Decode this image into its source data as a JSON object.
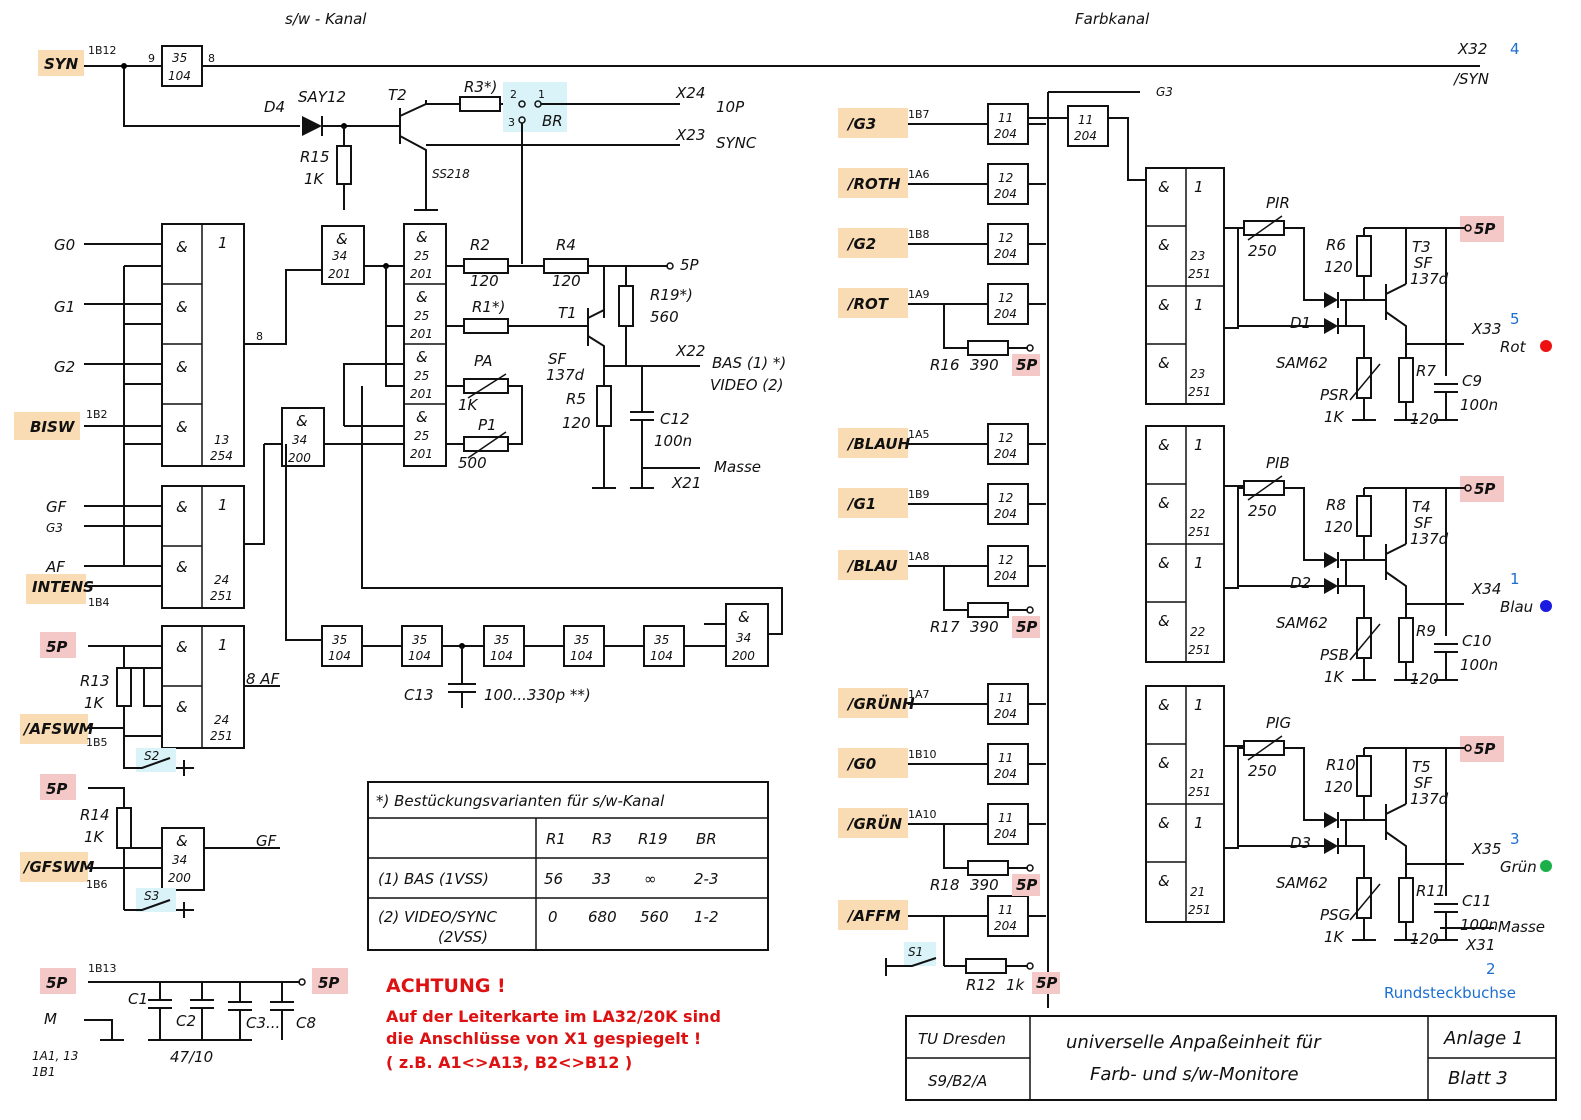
{
  "headings": {
    "sw_channel": "s/w - Kanal",
    "color_channel": "Farbkanal"
  },
  "left_signals": {
    "syn": "SYN",
    "syn_pin": "1B12",
    "g0": "G0",
    "g1": "G1",
    "g2": "G2",
    "bisw": "BISW",
    "bisw_pin": "1B2",
    "gf": "GF",
    "g3": "G3",
    "af": "AF",
    "intens": "INTENS",
    "intens_pin": "1B4",
    "p5_a": "5P",
    "afswm": "/AFSWM",
    "afswm_pin": "1B5",
    "p5_b": "5P",
    "gfswm": "/GFSWM",
    "gfswm_pin": "1B6",
    "p5_c": "5P",
    "p5_c_pin": "1B13",
    "m": "M",
    "m_pins_1": "1A1, 13",
    "m_pins_2": "1B1"
  },
  "sw_components": {
    "d4": "D4",
    "say12": "SAY12",
    "t2": "T2",
    "ss218": "SS218",
    "r15": "R15",
    "r15_v": "1K",
    "r3": "R3*)",
    "br": "BR",
    "x24": "X24",
    "x24_sig": "10P",
    "x23": "X23",
    "x23_sig": "SYNC",
    "r2": "R2",
    "r2_v": "120",
    "r4": "R4",
    "r4_v": "120",
    "r1": "R1*)",
    "t1": "T1",
    "sf137d": "SF",
    "sf137d_2": "137d",
    "r5": "R5",
    "r5_v": "120",
    "r19": "R19*)",
    "r19_v": "560",
    "x22": "X22",
    "bas": "BAS (1) *)",
    "video": "VIDEO (2)",
    "c12": "C12",
    "c12_v": "100n",
    "masse": "Masse",
    "x21": "X21",
    "pa": "PA",
    "pa_v": "1K",
    "p1": "P1",
    "p1_v": "500",
    "out_5p": "5P",
    "af_out": "8 AF",
    "gf_out": "GF",
    "r13": "R13",
    "r13_v": "1K",
    "r14": "R14",
    "r14_v": "1K",
    "s2": "S2",
    "s3": "S3",
    "c13": "C13",
    "c13_v": "100...330p **)",
    "c1": "C1",
    "c2": "C2",
    "c3": "C3...",
    "c8": "C8",
    "c_v": "47/10",
    "p5_out": "5P"
  },
  "gates_left": [
    {
      "top": "35",
      "bot": "104"
    },
    {
      "top": "34",
      "bot": "201"
    },
    {
      "top": "25",
      "bot": "201"
    },
    {
      "top": "13",
      "bot": "254"
    },
    {
      "top": "34",
      "bot": "200"
    },
    {
      "top": "24",
      "bot": "251"
    },
    {
      "top": "24",
      "bot": "251"
    },
    {
      "top": "34",
      "bot": "200"
    },
    {
      "top": "34",
      "bot": "200"
    }
  ],
  "table": {
    "title": "*) Bestückungsvarianten für s/w-Kanal",
    "headers": [
      "R1",
      "R3",
      "R19",
      "BR"
    ],
    "rows": [
      {
        "label": "(1)  BAS (1VSS)",
        "label2": "",
        "values": [
          "56",
          "33",
          "∞",
          "2-3"
        ]
      },
      {
        "label": "(2)  VIDEO/SYNC",
        "label2": "(2VSS)",
        "values": [
          "0",
          "680",
          "560",
          "1-2"
        ]
      }
    ]
  },
  "warning": {
    "title": "ACHTUNG !",
    "line1": "Auf der Leiterkarte im LA32/20K sind",
    "line2": "die Anschlüsse von  X1 gespiegelt !",
    "line3": "( z.B.  A1<>A13,  B2<>B12 )"
  },
  "right_signals": [
    {
      "name": "/G3",
      "pin": "1B7"
    },
    {
      "name": "/ROTH",
      "pin": "1A6"
    },
    {
      "name": "/G2",
      "pin": "1B8"
    },
    {
      "name": "/ROT",
      "pin": "1A9"
    },
    {
      "name": "/BLAUH",
      "pin": "1A5"
    },
    {
      "name": "/G1",
      "pin": "1B9"
    },
    {
      "name": "/BLAU",
      "pin": "1A8"
    },
    {
      "name": "/GRÜNH",
      "pin": "1A7"
    },
    {
      "name": "/G0",
      "pin": "1B10"
    },
    {
      "name": "/GRÜN",
      "pin": "1A10"
    },
    {
      "name": "/AFFM",
      "pin": ""
    }
  ],
  "color_components": {
    "g3": "G3",
    "x32": "X32",
    "x32_num": "4",
    "x32_sig": "/SYN",
    "r16": "R16",
    "r16_v": "390",
    "r17": "R17",
    "r17_v": "390",
    "r18": "R18",
    "r18_v": "390",
    "r12": "R12",
    "r12_v": "1k",
    "s1": "S1",
    "p5": "5P",
    "channels": [
      {
        "pi": "PIR",
        "pi_v": "250",
        "r_top": "R6",
        "r_top_v": "120",
        "t": "T3",
        "sf": "SF",
        "sf2": "137d",
        "d": "D1",
        "sam": "SAM62",
        "ps": "PSR",
        "ps_v": "1K",
        "r_bot": "R7",
        "r_bot_v": "120",
        "c": "C9",
        "c_v": "100n",
        "x": "X33",
        "x_num": "5",
        "color": "Rot",
        "dot": "#e11"
      },
      {
        "pi": "PIB",
        "pi_v": "250",
        "r_top": "R8",
        "r_top_v": "120",
        "t": "T4",
        "sf": "SF",
        "sf2": "137d",
        "d": "D2",
        "sam": "SAM62",
        "ps": "PSB",
        "ps_v": "1K",
        "r_bot": "R9",
        "r_bot_v": "120",
        "c": "C10",
        "c_v": "100n",
        "x": "X34",
        "x_num": "1",
        "color": "Blau",
        "dot": "#1a1ae0"
      },
      {
        "pi": "PIG",
        "pi_v": "250",
        "r_top": "R10",
        "r_top_v": "120",
        "t": "T5",
        "sf": "SF",
        "sf2": "137d",
        "d": "D3",
        "sam": "SAM62",
        "ps": "PSG",
        "ps_v": "1K",
        "r_bot": "R11",
        "r_bot_v": "120",
        "c": "C11",
        "c_v": "100n",
        "x": "X35",
        "x_num": "3",
        "color": "Grün",
        "dot": "#1bb04a"
      }
    ],
    "x31": "X31",
    "x31_num": "2",
    "masse": "Masse",
    "rund": "Rundsteckbuchse"
  },
  "title_block": {
    "org": "TU Dresden",
    "code": "S9/B2/A",
    "desc1": "universelle  Anpaßeinheit  für",
    "desc2": "Farb- und  s/w-Monitore",
    "anlage": "Anlage 1",
    "blatt": "Blatt 3"
  }
}
